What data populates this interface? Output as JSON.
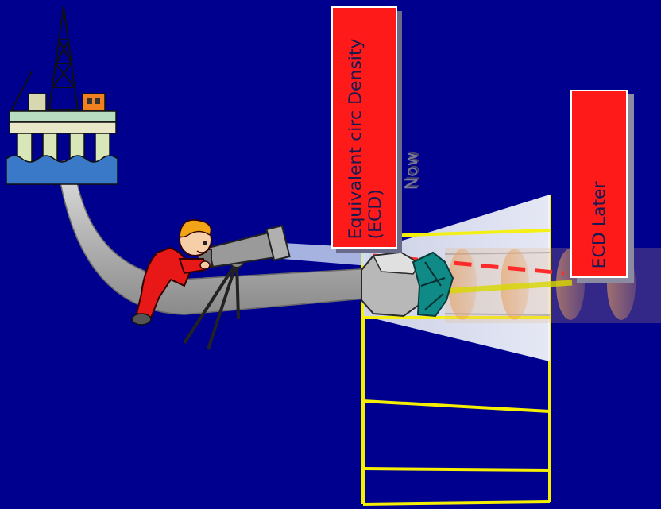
{
  "diagram": {
    "nodes": [
      {
        "text": [
          "Equivalent circ Density (ECD)"
        ]
      },
      {
        "text": [
          "ECD Later"
        ]
      }
    ],
    "labels": [
      "Now"
    ]
  }
}
